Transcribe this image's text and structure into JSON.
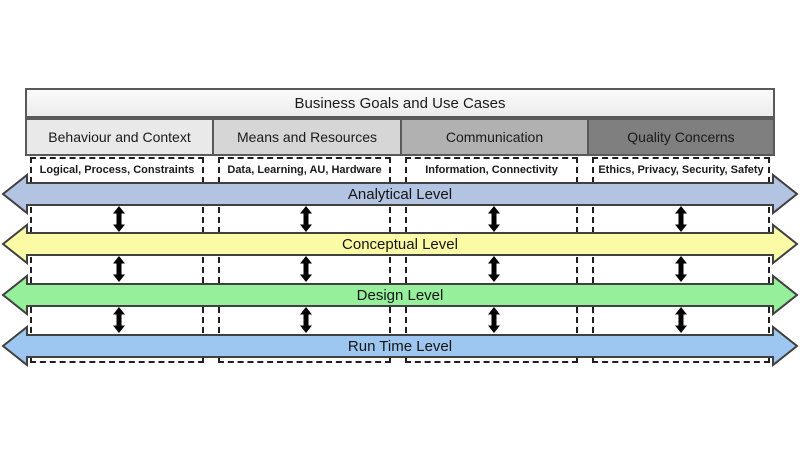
{
  "diagram": {
    "title_band": {
      "label": "Business Goals and Use Cases",
      "fill": "#f2f2f2"
    },
    "columns": [
      {
        "header": "Behaviour and Context",
        "sublabel": "Logical, Process, Constraints",
        "fill": "#e9e9e9"
      },
      {
        "header": "Means and Resources",
        "sublabel": "Data, Learning, AU, Hardware",
        "fill": "#d6d6d6"
      },
      {
        "header": "Communication",
        "sublabel": "Information, Connectivity",
        "fill": "#b1b1b1"
      },
      {
        "header": "Quality Concerns",
        "sublabel": "Ethics, Privacy, Security, Safety",
        "fill": "#7f7f7f"
      }
    ],
    "levels": [
      {
        "label": "Analytical Level",
        "fill": "#b3c3e2"
      },
      {
        "label": "Conceptual Level",
        "fill": "#fbfba5"
      },
      {
        "label": "Design Level",
        "fill": "#95ef9b"
      },
      {
        "label": "Run Time Level",
        "fill": "#9dc7f1"
      }
    ],
    "colors": {
      "box_border": "#595959",
      "arrow_outline": "#404040",
      "dashed_line": "#1f1f1f",
      "canvas_background": "#ffffff"
    }
  }
}
